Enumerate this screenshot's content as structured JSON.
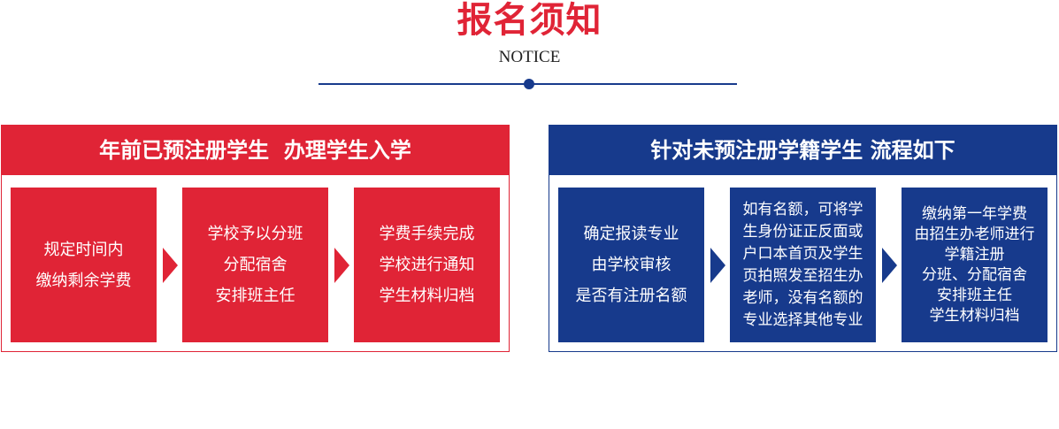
{
  "page": {
    "title": "报名须知",
    "subtitle": "NOTICE"
  },
  "colors": {
    "red": "#e02436",
    "blue": "#173a8c"
  },
  "left_panel": {
    "heading": "年前已预注册学生  办理学生入学",
    "steps": [
      {
        "lines": [
          "规定时间内",
          "缴纳剩余学费"
        ]
      },
      {
        "lines": [
          "学校予以分班",
          "分配宿舍",
          "安排班主任"
        ]
      },
      {
        "lines": [
          "学费手续完成",
          "学校进行通知",
          "学生材料归档"
        ]
      }
    ],
    "arrow_icon": "chevron-right-icon"
  },
  "right_panel": {
    "heading": "针对未预注册学籍学生 流程如下",
    "steps": [
      {
        "lines": [
          "确定报读专业",
          "由学校审核",
          "是否有注册名额"
        ]
      },
      {
        "lines": [
          "如有名额，可将学",
          "生身份证正反面或",
          "户口本首页及学生",
          "页拍照发至招生办",
          "老师，没有名额的",
          "专业选择其他专业"
        ]
      },
      {
        "lines": [
          "缴纳第一年学费",
          "由招生办老师进行",
          "学籍注册",
          "分班、分配宿舍",
          "安排班主任",
          "学生材料归档"
        ]
      }
    ],
    "arrow_icon": "chevron-right-icon"
  }
}
